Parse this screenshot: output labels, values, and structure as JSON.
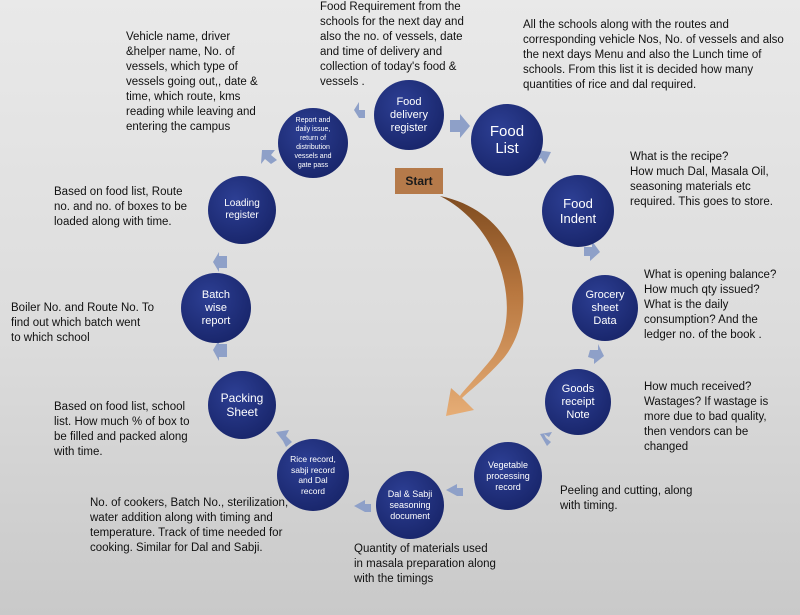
{
  "colors": {
    "node_fill": "#1f2f7a",
    "connector_arrow": "#8ea0c8",
    "start_box": "#b57a4a",
    "curved_arrow_dark": "#6e3f17",
    "curved_arrow_light": "#e6ad76"
  },
  "start_label": "Start",
  "nodes": [
    {
      "id": "food-delivery-register",
      "label": "Food\ndelivery\nregister"
    },
    {
      "id": "food-list",
      "label": "Food\nList"
    },
    {
      "id": "food-indent",
      "label": "Food\nIndent"
    },
    {
      "id": "grocery-sheet-data",
      "label": "Grocery\nsheet\nData"
    },
    {
      "id": "goods-receipt-note",
      "label": "Goods\nreceipt\nNote"
    },
    {
      "id": "vegetable-processing-record",
      "label": "Vegetable\nprocessing\nrecord"
    },
    {
      "id": "dal-sabji-seasoning-document",
      "label": "Dal & Sabji\nseasoning\ndocument"
    },
    {
      "id": "rice-record",
      "label": "Rice record,\nsabji record\nand Dal\nrecord"
    },
    {
      "id": "packing-sheet",
      "label": "Packing\nSheet"
    },
    {
      "id": "batch-wise-report",
      "label": "Batch\nwise\nreport"
    },
    {
      "id": "loading-register",
      "label": "Loading\nregister"
    },
    {
      "id": "report-daily-issue",
      "label": "Report and\ndaily issue,\nreturn of\ndistribution\nvessels and\ngate pass"
    }
  ],
  "notes": {
    "food_delivery": "Food Requirement  from the\nschools for the next day and\nalso the no. of vessels, date\nand time of delivery  and\ncollection of today's food &\nvessels .",
    "food_list": "All the schools along with the routes and\ncorresponding vehicle Nos, No. of vessels and also\nthe next days Menu and also the Lunch time of\nschools. From this list it is decided how many\nquantities of rice and dal required.",
    "food_indent": "What is the recipe?\nHow much Dal, Masala Oil,\nseasoning materials etc\nrequired.  This goes to store.",
    "grocery": "What is opening balance?\nHow much qty issued?\nWhat is the daily\nconsumption?  And the\nledger no. of the book .",
    "goods_receipt": "How much received?\nWastages? If wastage is\nmore due to bad quality,\nthen vendors can be\nchanged",
    "vegetable": "Peeling and cutting, along\nwith timing.",
    "seasoning": "Quantity of materials used\nin masala preparation along\nwith the timings",
    "rice_record": "No. of cookers, Batch No., sterilization,\nwater addition along with timing and\ntemperature.  Track of time needed for\ncooking. Similar for Dal and Sabji.",
    "packing": "Based on food list, school\nlist. How much % of box to\nbe filled and packed along\nwith time.",
    "batch": "Boiler No. and Route No. To\nfind out which batch went\nto which school",
    "loading": "Based on food list, Route\nno. and no. of boxes to be\nloaded along with time.",
    "vehicle": "Vehicle name, driver\n&helper name, No. of\nvessels, which type of\nvessels going out,, date &\ntime, which route, kms\nreading while leaving and\nentering the campus"
  }
}
